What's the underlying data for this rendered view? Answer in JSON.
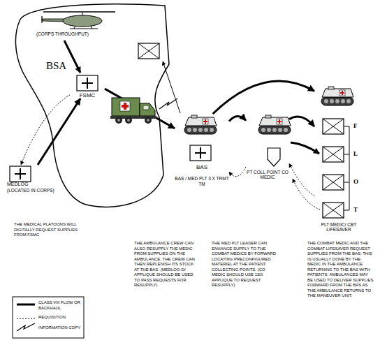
{
  "diagram": {
    "nodes": [
      {
        "text": [
          "(CORPS THROUGHPUT)",
          "BSA"
        ]
      },
      {
        "text": [
          "FSMC"
        ],
        "in": 0
      },
      {
        "text": [
          "MEDLOG",
          "(LOCATED IN CORPS)"
        ]
      },
      {
        "text": [
          "BAS",
          "BAS / MED PLT 3 X TRMT TM"
        ]
      },
      {
        "text": [
          "PT COLL POINT CO MEDIC"
        ]
      },
      {
        "text": [
          "PLT MEDIC/ CBT LIFESAVER"
        ]
      }
    ],
    "edges": [
      {
        "from": 2,
        "to": 1,
        "arrow": "to"
      },
      {
        "from": 1,
        "to": 2,
        "arrow": "to"
      },
      {
        "from": 1,
        "to": 3,
        "arrow": "to"
      },
      {
        "from": 3,
        "to": 4,
        "arrow": "to"
      },
      {
        "from": 4,
        "to": 3,
        "arrow": "to"
      },
      {
        "from": 4,
        "to": 5,
        "arrow": "to"
      },
      {
        "from": 5,
        "to": 4,
        "arrow": "to"
      },
      {
        "from": 3,
        "to": 5,
        "arrow": "to"
      }
    ],
    "labels": [
      "F",
      "L",
      "O",
      "T",
      "THE MEDICAL PLATOONS WILL DIGITALLY REQUEST SUPPLIES FROM FSMC",
      "THE AMBULANCE CREW CAN ALSO RESUPPLY THE MEDIC FROM SUPPLIES ON THE AMBULANCE. THE CREW CAN THEN REPLENISH ITS STOCK AT THE BAS. (MEDLOG-D/ APPLIQUE SHOULD BE USED TO PASS REQUESTS FOR RESUPPLY)",
      "THE MED PLT LEADER CAN ENHANCE SUPPLY TO THE COMBAT MEDICS BY FORWARD LOCATING PRECONFIGURED MATERIEL AT THE PATIENT COLLECTING POINTS. (CO MEDIC SHOULD USE 1SG APPLIQUE TO REQUEST RESUPPLY)",
      "THE COMBAT MEDIC AND THE COMBAT LIFESAVER REQUEST SUPPLIES FROM THE BAS. THIS IS USUALLY DONE BY THE MEDIC IN THE AMBULANCE RETURNING TO THE BAS WITH PATIENTS. AMBULANCES MAY BE USED TO DELIVER SUPPLIES FORWARD FROM THE BAS AS THE AMBULANCE RETURNS TO THE MANEUVER UNIT."
    ],
    "legend": [
      {
        "text": "CLASS VIII FLOW OR BACKHAUL"
      },
      {
        "text": "REQUISITION"
      },
      {
        "text": "INFORMATION COPY"
      }
    ]
  }
}
